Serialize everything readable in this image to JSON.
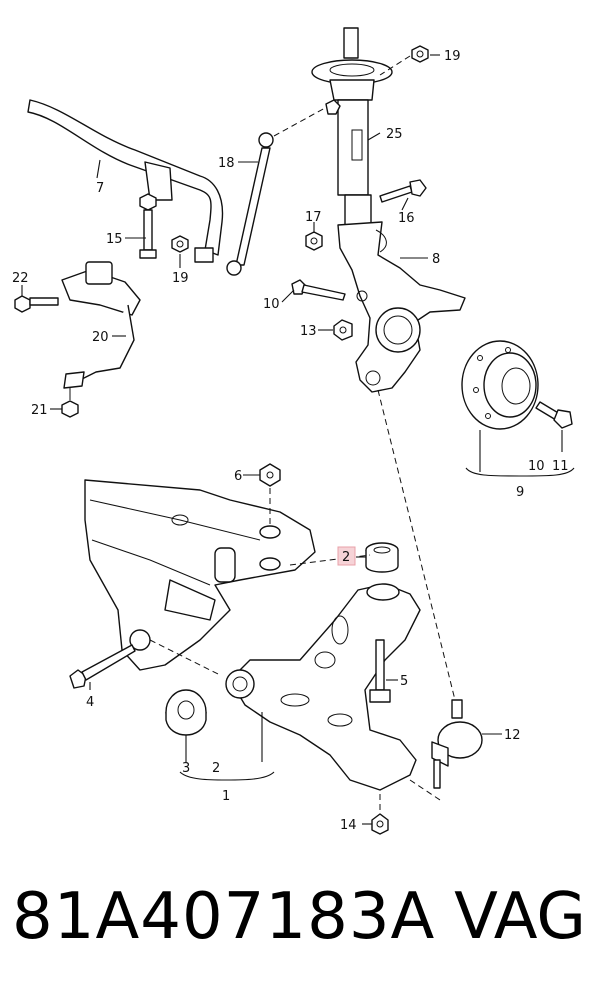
{
  "labels": {
    "l1": "1",
    "l2a": "2",
    "l2b": "2",
    "l3": "3",
    "l4": "4",
    "l5": "5",
    "l6": "6",
    "l7": "7",
    "l8": "8",
    "l9": "9",
    "l10a": "10",
    "l10b": "10",
    "l11": "11",
    "l12": "12",
    "l13": "13",
    "l14": "14",
    "l15": "15",
    "l16": "16",
    "l17": "17",
    "l18": "18",
    "l19a": "19",
    "l19b": "19",
    "l20": "20",
    "l21": "21",
    "l22": "22",
    "l25": "25"
  },
  "highlight": {
    "label": "2",
    "color": "#e8a0a8"
  },
  "footer": {
    "part_number": "81A407183A",
    "brand": "VAG"
  }
}
